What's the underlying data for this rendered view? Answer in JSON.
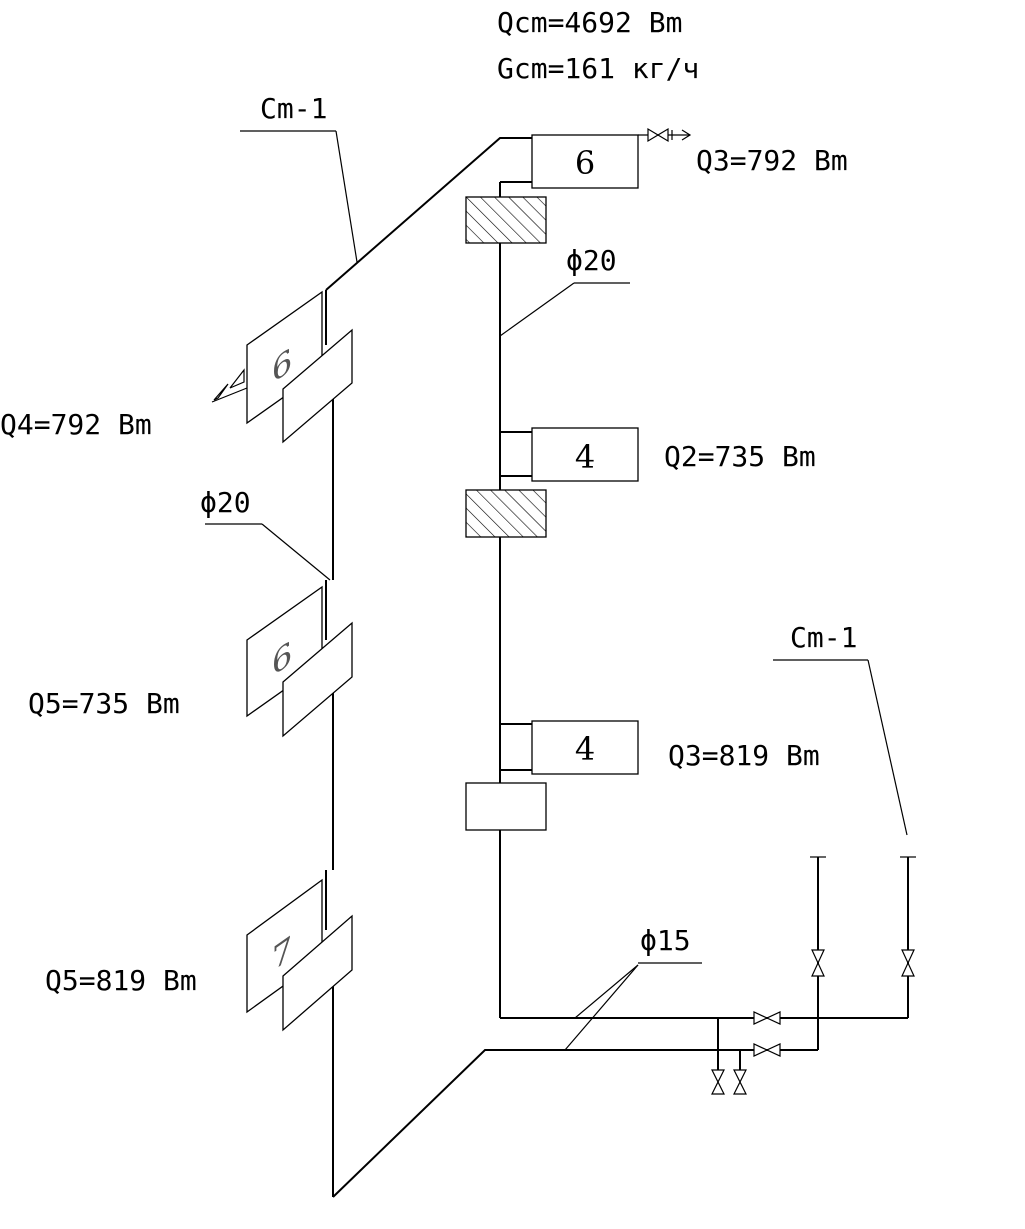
{
  "header": {
    "q_total": "Qcm=4692 Bm",
    "g_total": "Gcm=161 кг/ч"
  },
  "riser_labels": {
    "top": "Cm-1",
    "bottom_right": "Cm-1"
  },
  "diameters": {
    "right_riser": "ϕ20",
    "left_riser": "ϕ20",
    "bottom_pipes": "ϕ15"
  },
  "right_radiators": [
    {
      "number": "6",
      "heat": "Q3=792 Bm",
      "valve": "hatched"
    },
    {
      "number": "4",
      "heat": "Q2=735 Bm",
      "valve": "hatched"
    },
    {
      "number": "4",
      "heat": "Q3=819 Bm",
      "valve": "plain"
    }
  ],
  "left_radiators": [
    {
      "number": "6",
      "heat": "Q4=792 Bm"
    },
    {
      "number": "6",
      "heat": "Q5=735 Bm"
    },
    {
      "number": "7",
      "heat": "Q5=819 Bm"
    }
  ]
}
